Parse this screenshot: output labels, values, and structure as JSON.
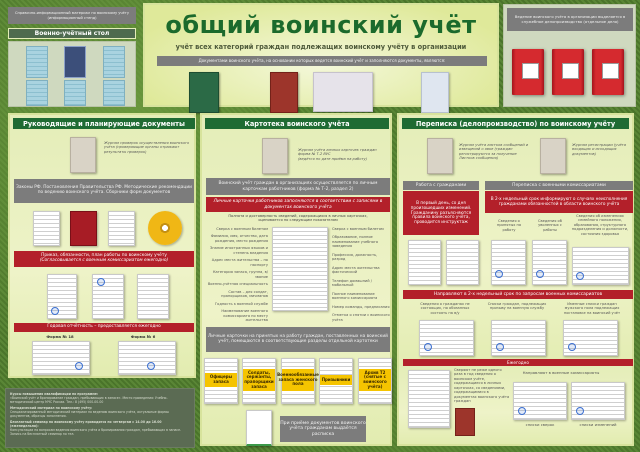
{
  "poster": {
    "title": "общий воинский учёт",
    "subtitle": "учёт всех категорий граждан подлежащих воинскому учёту в организации",
    "documents_bar": "Документами воинского учёта, на основании которых ведется воинский учёт и заполняются документы, являются:",
    "colors": {
      "green_header": "#1f6b33",
      "red_bar": "#b3202a",
      "grey_bar": "#7c7c7c",
      "panel_bg": "#e4edb8",
      "yellow_label": "#f5c400"
    }
  },
  "top_left": {
    "caption": "Справочно-информационный материал по воинскому учёту (информационный стенд)",
    "header": "Военно-учётный стол"
  },
  "top_right": {
    "caption": "Ведение воинского учёта в организации выделяется в служебное делопроизводство (отдельное дело)"
  },
  "col1": {
    "header": "Руководящие и планирующие документы",
    "journal_note": "Журнал проверок осуществления воинского учёта (проверяющие органы отражают результаты проверок)",
    "laws_bar": "Законы РФ. Постановления Правительства РФ. Методические рекомендации по ведению воинского учёта. Сборники форм документов",
    "order_bar_line1": "Приказ, обязанности, план работы по воинскому учёту",
    "order_bar_line2": "(Согласовывается с военным комиссариатом ежегодно)",
    "annual_bar": "Годовая отчётность – предоставляется ежегодно",
    "form13": "Форма № 18",
    "form6": "Форма № 6"
  },
  "footer_info": {
    "block1_title": "Курсы повышения квалификации по программе:",
    "block1_text": "«Воинский учёт и бронирование граждан, пребывающих в запасе». Место проведения: Учебно-методический центр МЧС России. Тел.: 8 (495) 000-00-00",
    "block2_title": "Методический материал по воинскому учёту:",
    "block2_text": "Специализированный методический материал по ведению воинского учёта, актуальные формы документов, образцы заполнения.",
    "block3_title": "Бесплатный семинар по воинскому учёту проводится по четвергам с 14.00 до 16.00 (еженедельно):",
    "block3_text": "Консультации по вопросам ведения воинского учёта и бронирования граждан, пребывающих в запасе. Запись на бесплатный семинар по тел."
  },
  "col2": {
    "header": "Картотека воинского учёта",
    "journal_note_line1": "Журнал учёта личных карточек граждан форма № Т-2 ВУС",
    "journal_note_line2": "(ведётся по дате приёма на работу)",
    "grey_bar": "Воинский учёт граждан в организациях осуществляется по личным карточкам работников (форма № Т-2, раздел 2)",
    "red_bar": "Личные карточки работников заполняются в соответствии с записями в документах воинского учёта",
    "completeness_title": "Полнота и достоверность сведений, содержащихся в личных карточках, оценивается по следующим показателям",
    "left_callouts": [
      "Сверка с военным билетом",
      "Фамилия, имя, отчество, дата рождения, место рождения",
      "Знание иностранных языков и степень владения",
      "Адрес места жительства – по паспорту",
      "Категория запаса, группа, в/звание",
      "Военно-учётная специальность",
      "Состав – для солдат, прапорщиков, мичманов",
      "Годность к военной службе",
      "Наименование военного комиссариата по месту жительства"
    ],
    "right_callouts": [
      "Сверка с военным билетом",
      "Образование, полное наименование учебного заведения",
      "Профессия, должность, разряд",
      "Адрес места жительства фактический",
      "Телефон домашний / мобильный",
      "Полное наименование военного комиссариата",
      "Номер команды, предписания",
      "Отметка о снятии с воинского учёта"
    ],
    "placement_bar": "Личные карточки на принятых на работу граждан, поставленных на воинский учёт, помещаются в соответствующие разделы отдельной картотеки",
    "sections": [
      "Офицеры запаса",
      "Солдаты, сержанты, прапорщики запаса",
      "Военнообязанные запаса женского пола",
      "Призывники",
      "Архив Т2 (снятые с воинского учёта)"
    ],
    "receipt_bar": "При приёме документов воинского учёта гражданам выдаётся расписка"
  },
  "col3": {
    "header": "Переписка (делопроизводство) по воинскому учёту",
    "journal1_note": "Журнал учёта листков сообщений и извещений о явке (граждан регистрируются за получение Листков сообщения)",
    "journal2_note": "Журнал регистрации (учёта входящих и исходящих документов)",
    "citizens_tab": "Работа с гражданами",
    "commissariat_tab": "Переписка с военными комиссариатами",
    "citizens_red": "В первый день, со дня произошедших изменений. Гражданину разъясняются правила воинского учёта, проводится инструктаж",
    "commissariat_red": "В 2-х недельный срок информируют о случаях неисполнения гражданами обязанностей в области воинского учёта",
    "info_hired": "Сведения о принятых на работу",
    "info_fired": "Сведения об уволенных с работы",
    "info_changes": "Сведения об изменениях семейного положения, образования, структурного подразделения и должности, состояния здоровья",
    "request_bar": "Направляют в 2-х недельный срок по запросам военных комиссариатов",
    "req1": "Сведения о гражданах не состоящих, но обязанных состоять на в/у",
    "req2": "Списки граждан, подлежащих призыву на военную службу",
    "req3": "Именные списки граждан мужского пола подлежащих постановке на воинский учёт",
    "yearly_bar": "Ежегодно",
    "yearly_note": "Сверяют не реже одного раза в год сведения о воинском учёте, содержащиеся в личных карточках, со сведениями, содержащимися в документах воинского учёта граждан",
    "sent_title": "Направляют в военные комиссариаты",
    "list_check": "списки сверок",
    "list_names": "списки изменений"
  }
}
